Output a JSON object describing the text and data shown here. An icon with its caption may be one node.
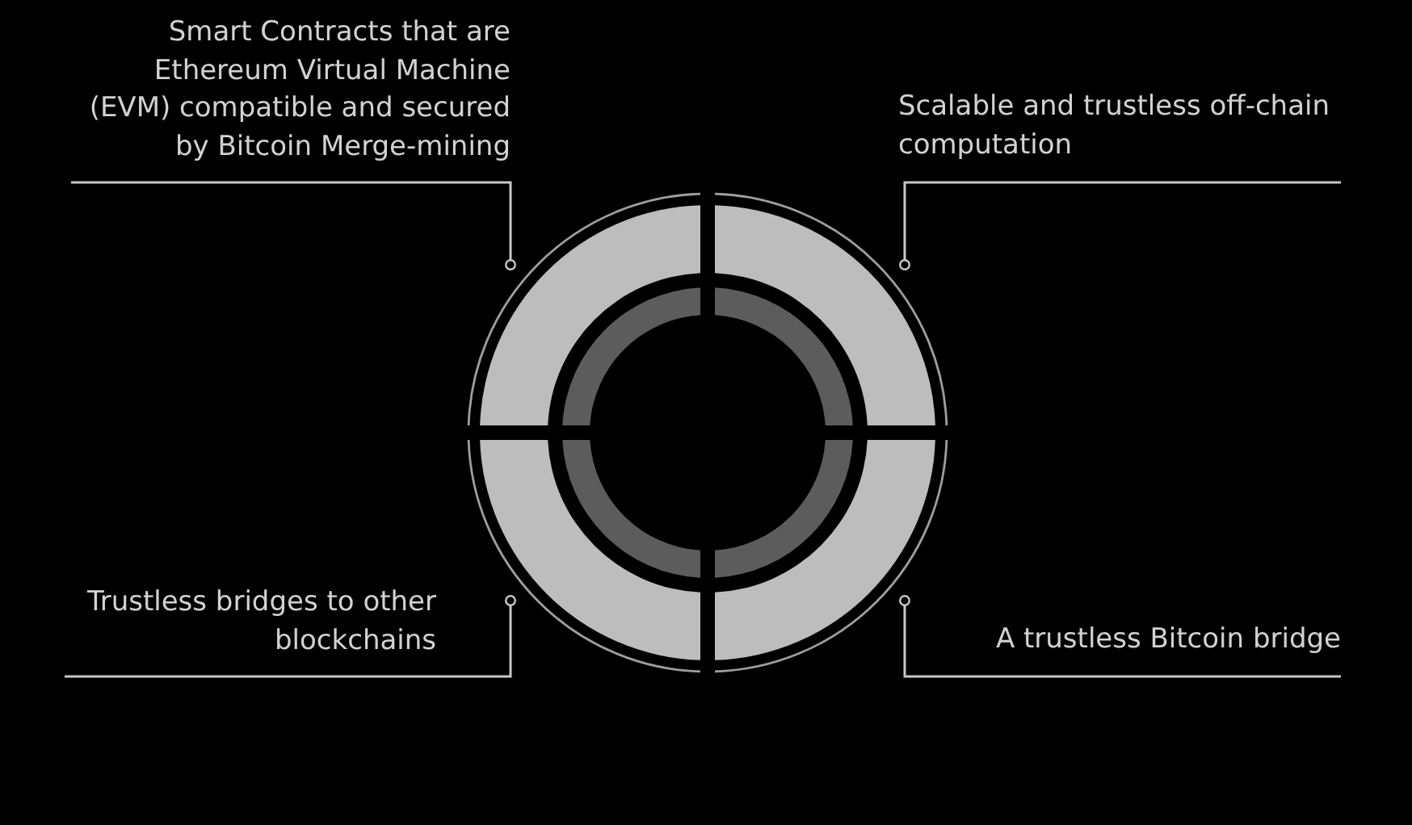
{
  "diagram": {
    "nodes": [
      {
        "text": [
          "Smart Contracts that are Ethereum Virtual Machine (EVM) compatible and secured by Bitcoin Merge-mining"
        ]
      },
      {
        "text": [
          "Scalable and trustless off-chain computation"
        ]
      },
      {
        "text": [
          "Trustless bridges to other blockchains"
        ]
      },
      {
        "text": [
          "A trustless Bitcoin bridge"
        ]
      },
      {
        "text": [],
        "shape": "arc"
      },
      {
        "text": [],
        "shape": "arc"
      },
      {
        "text": [],
        "shape": "arc"
      },
      {
        "text": [],
        "shape": "arc"
      }
    ],
    "edges": [
      {
        "from": 0,
        "to": 4,
        "arrow": "other"
      },
      {
        "from": 1,
        "to": 5,
        "arrow": "other"
      },
      {
        "from": 2,
        "to": 6,
        "arrow": "other"
      },
      {
        "from": 3,
        "to": 7,
        "arrow": "other"
      }
    ]
  }
}
